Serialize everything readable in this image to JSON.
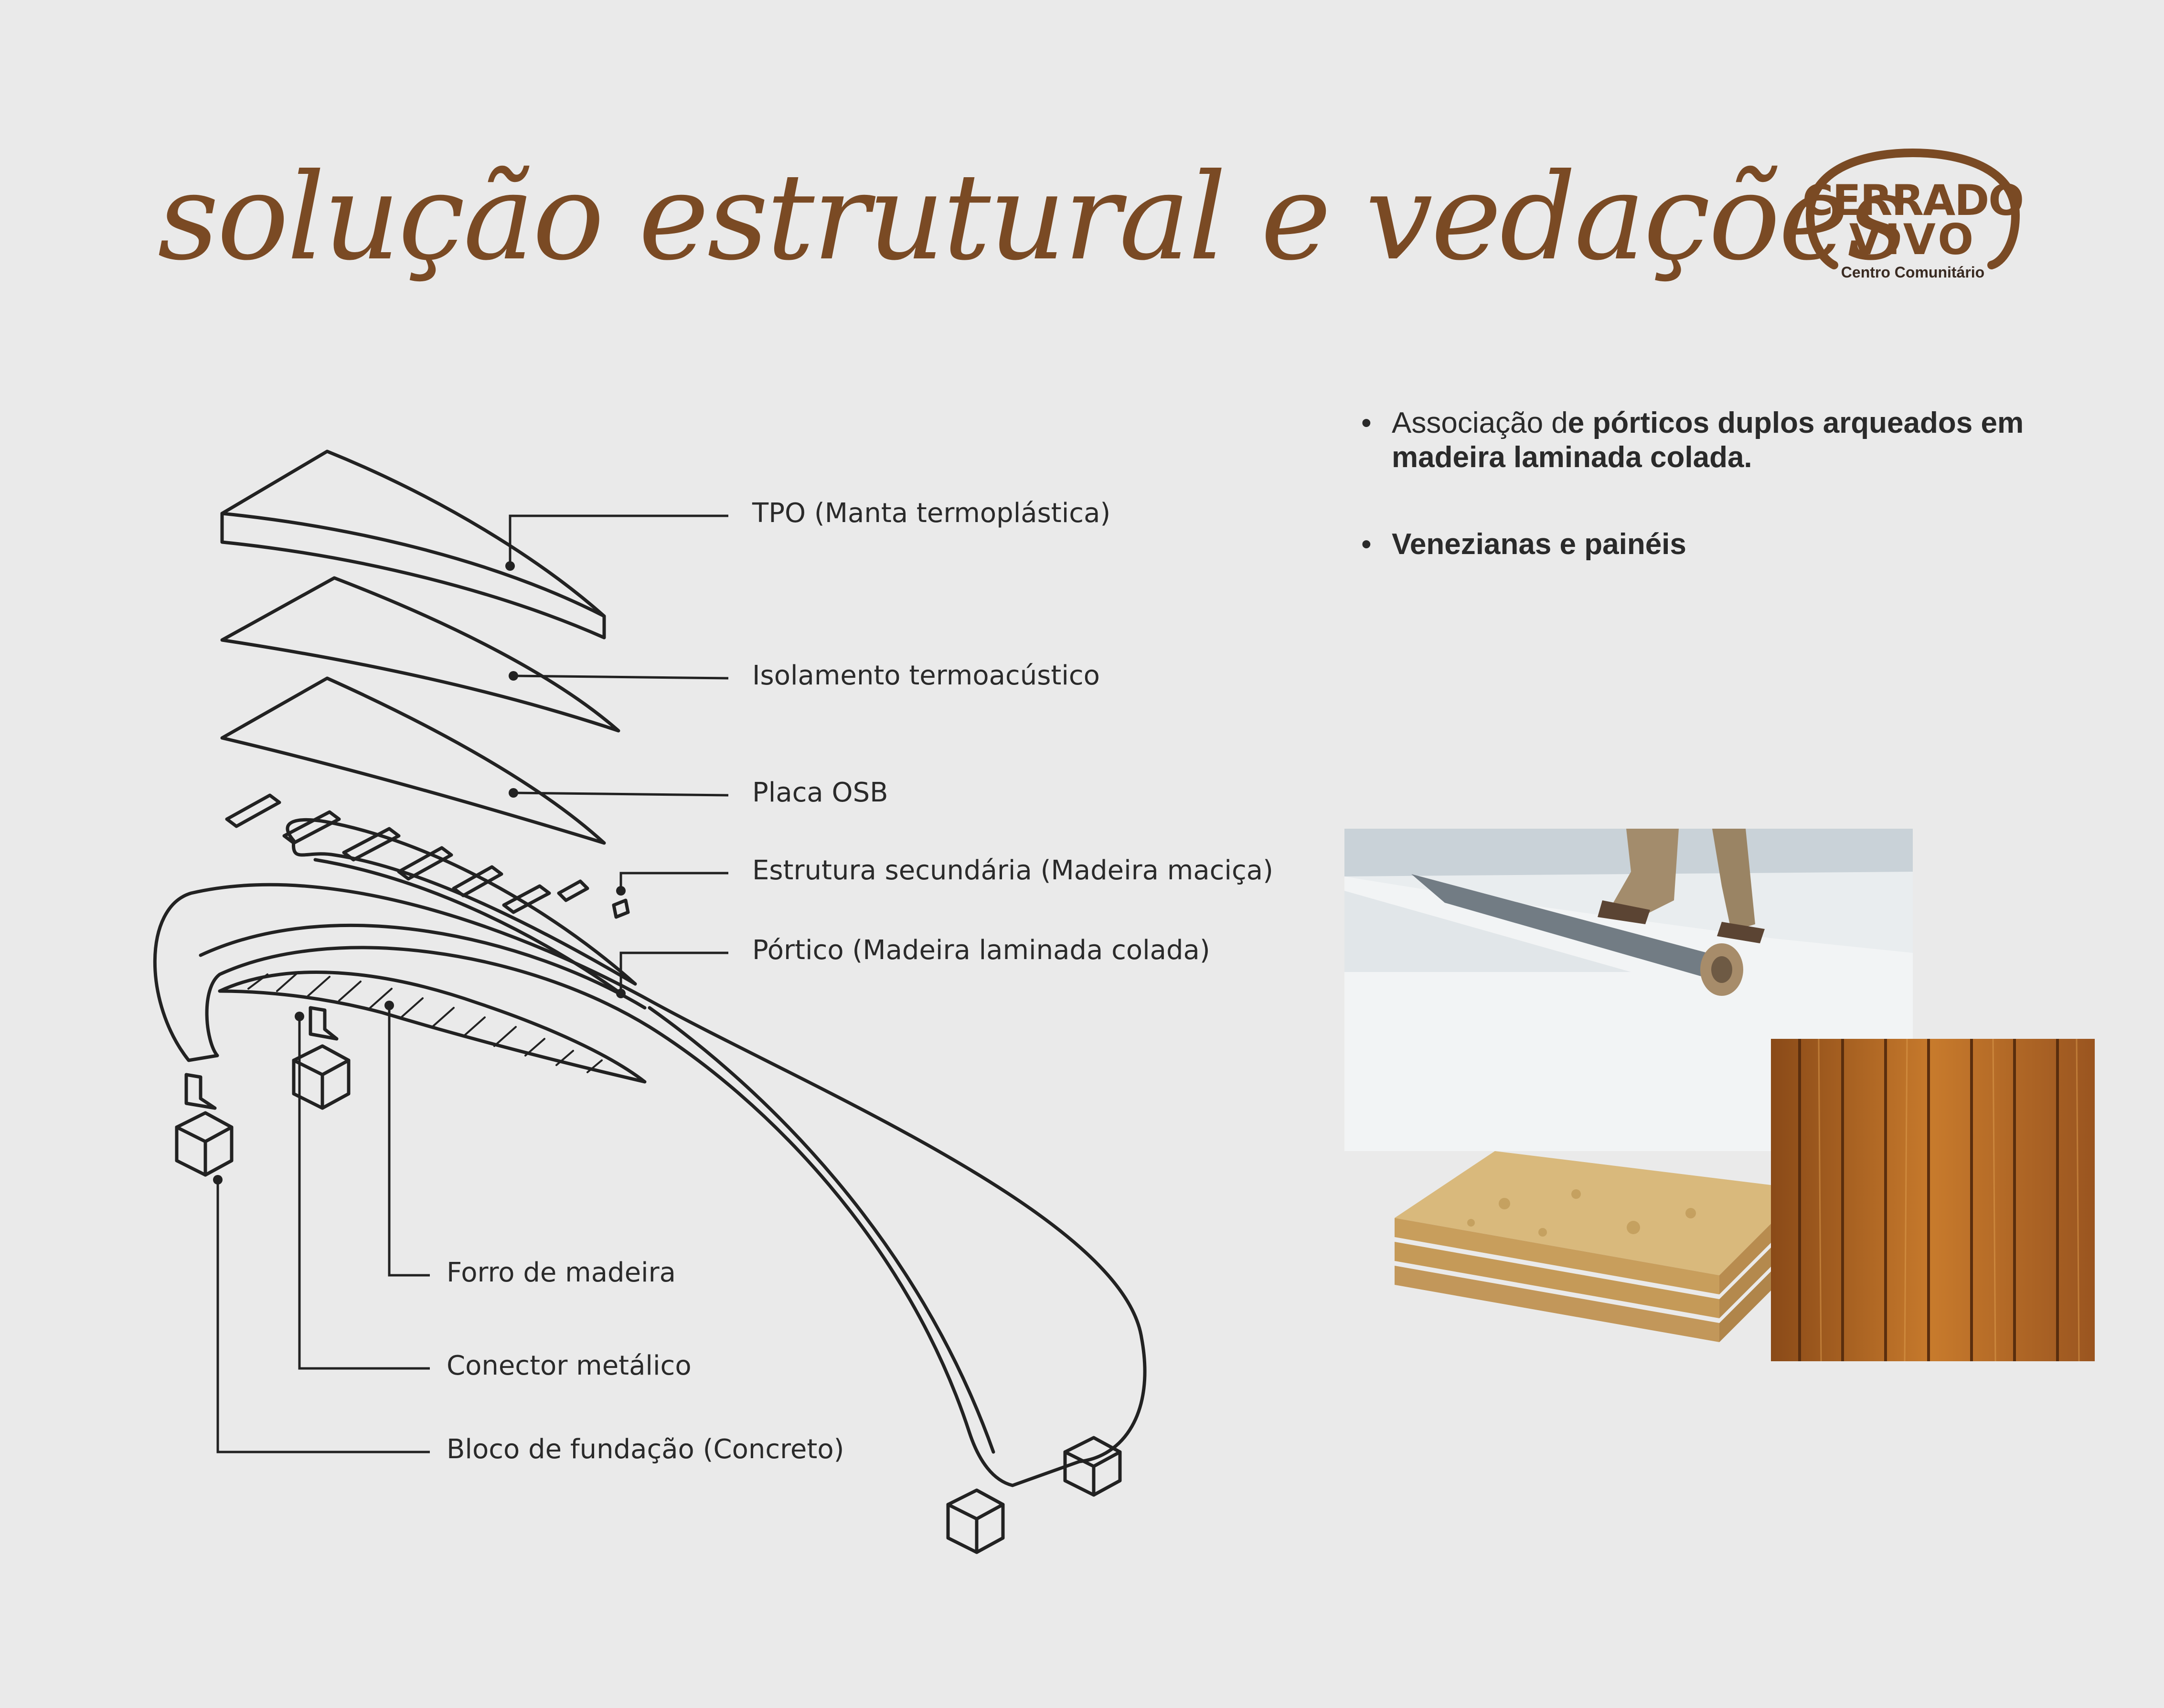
{
  "title": "solução estrutural e vedações",
  "logo": {
    "line1": "CERRADO",
    "line2": "VIVO",
    "subtitle": "Centro Comunitário"
  },
  "bullets": [
    {
      "normal": " Associação d",
      "bold": "e pórticos duplos arqueados em madeira laminada colada."
    },
    {
      "normal": "",
      "bold": "Venezianas e painéis"
    }
  ],
  "diagram": {
    "labels": {
      "tpo": "TPO (Manta termoplástica)",
      "isolamento": "Isolamento termoacústico",
      "osb": "Placa OSB",
      "secundaria": "Estrutura secundária (Madeira maciça)",
      "portico": "Pórtico (Madeira laminada colada)",
      "forro": "Forro de madeira",
      "conector": "Conector metálico",
      "bloco": "Bloco de fundação (Concreto)"
    }
  },
  "colors": {
    "background": "#eaeaea",
    "title": "#7a4a24",
    "logo": "#7a4a24",
    "line": "#222222"
  },
  "photos": [
    "tpo-membrane-photo",
    "osb-boards-photo",
    "wood-panel-photo"
  ]
}
